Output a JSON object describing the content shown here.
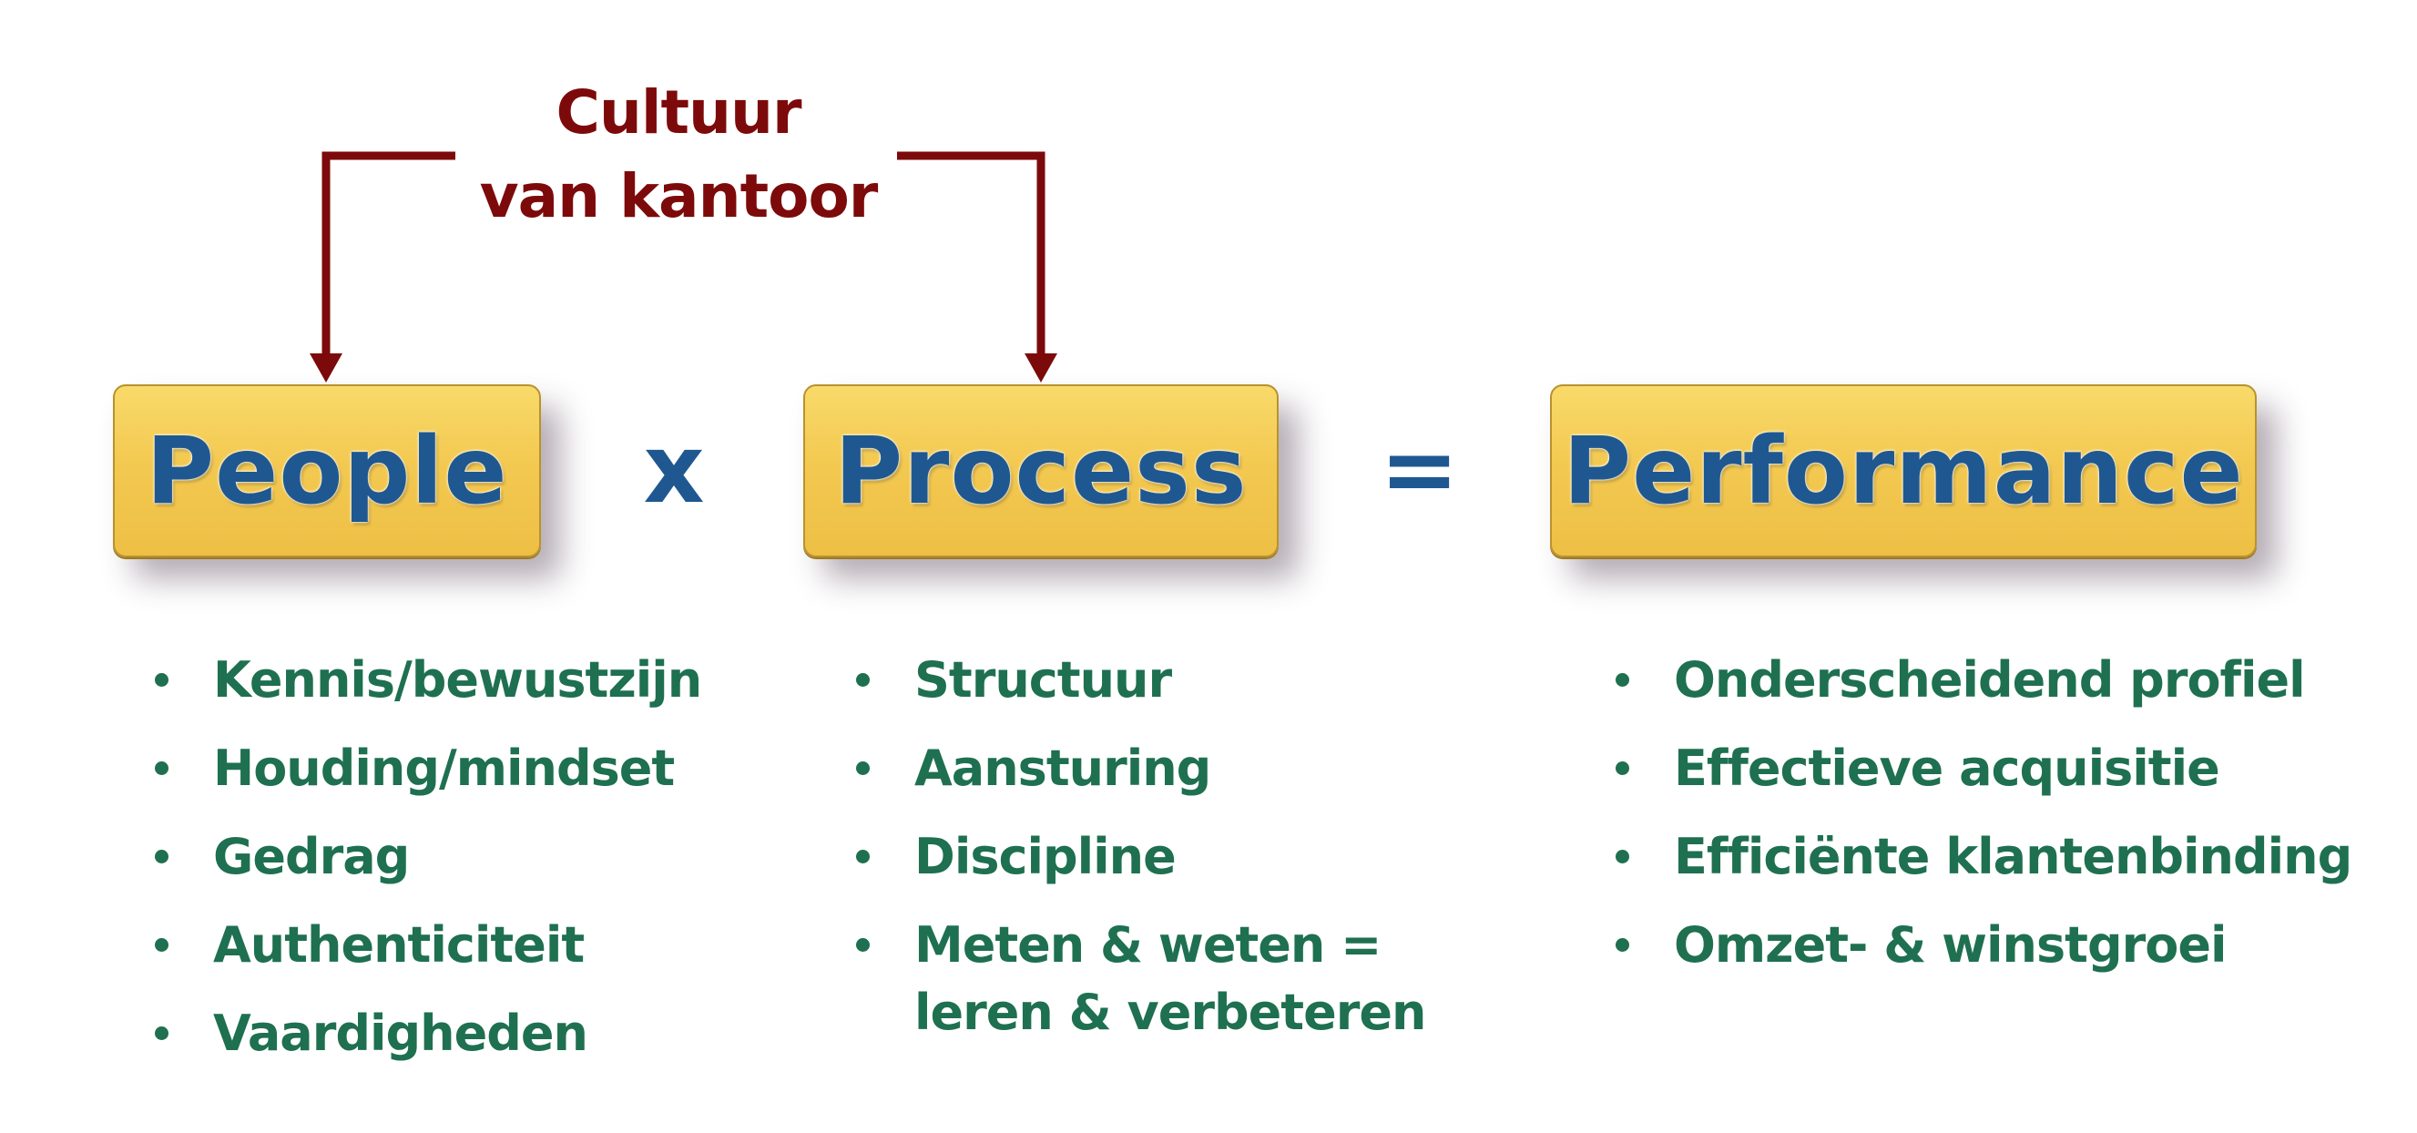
{
  "culture": {
    "line1": "Cultuur",
    "line2": "van kantoor"
  },
  "formula": {
    "operator_times": "x",
    "operator_equals": "="
  },
  "boxes": {
    "people": "People",
    "process": "Process",
    "performance": "Performance"
  },
  "lists": {
    "people": [
      "Kennis/bewustzijn",
      "Houding/mindset",
      "Gedrag",
      "Authenticiteit",
      "Vaardigheden"
    ],
    "process": [
      "Structuur",
      "Aansturing",
      "Discipline"
    ],
    "process_last": {
      "line1": "Meten & weten =",
      "line2": "leren & verbeteren"
    },
    "performance": [
      "Onderscheidend profiel",
      "Effectieve acquisitie",
      "Efficiënte klantenbinding",
      "Omzet- & winstgroei"
    ]
  },
  "colors": {
    "culture_text": "#7d0a0a",
    "arrow": "#7d0a0a",
    "box_fill": "#f3c951",
    "box_text": "#1f5891",
    "bullet_text": "#1e7050"
  }
}
